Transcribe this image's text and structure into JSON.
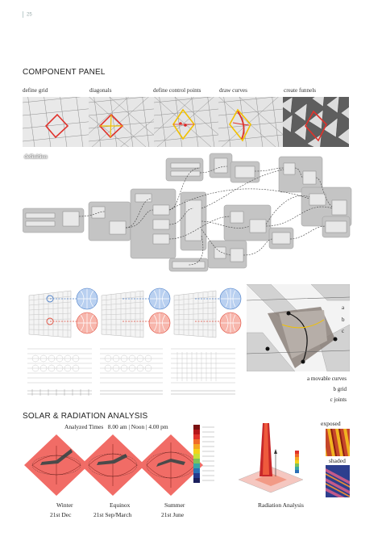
{
  "page_number": "25",
  "component_panel": {
    "title": "COMPONENT PANEL",
    "steps": [
      "define grid",
      "diagonals",
      "define control points",
      "draw curves",
      "create funnels"
    ],
    "definition_label": "definition"
  },
  "joint_diagram": {
    "letters": [
      "a",
      "b",
      "c"
    ],
    "legend": [
      "a movable curves",
      "b grid",
      "c joints"
    ]
  },
  "solar": {
    "title": "SOLAR & RADIATION ANALYSIS",
    "analyzed_times": "Analyzed Times   8.00 am | Noon | 4.00 pm",
    "seasons": [
      {
        "name": "Winter",
        "date": "21st Dec"
      },
      {
        "name": "Equinox",
        "date": "21st Sep/March"
      },
      {
        "name": "Summer",
        "date": "21st June"
      }
    ],
    "radiation_label": "Radiation Analysis",
    "exposed_label": "exposed",
    "shaded_label": "shaded"
  },
  "colors": {
    "accent_red": "#e0322b",
    "accent_yellow": "#f2c100",
    "grid_gray": "#9a9a9a",
    "sky_red": "#f0605a"
  }
}
